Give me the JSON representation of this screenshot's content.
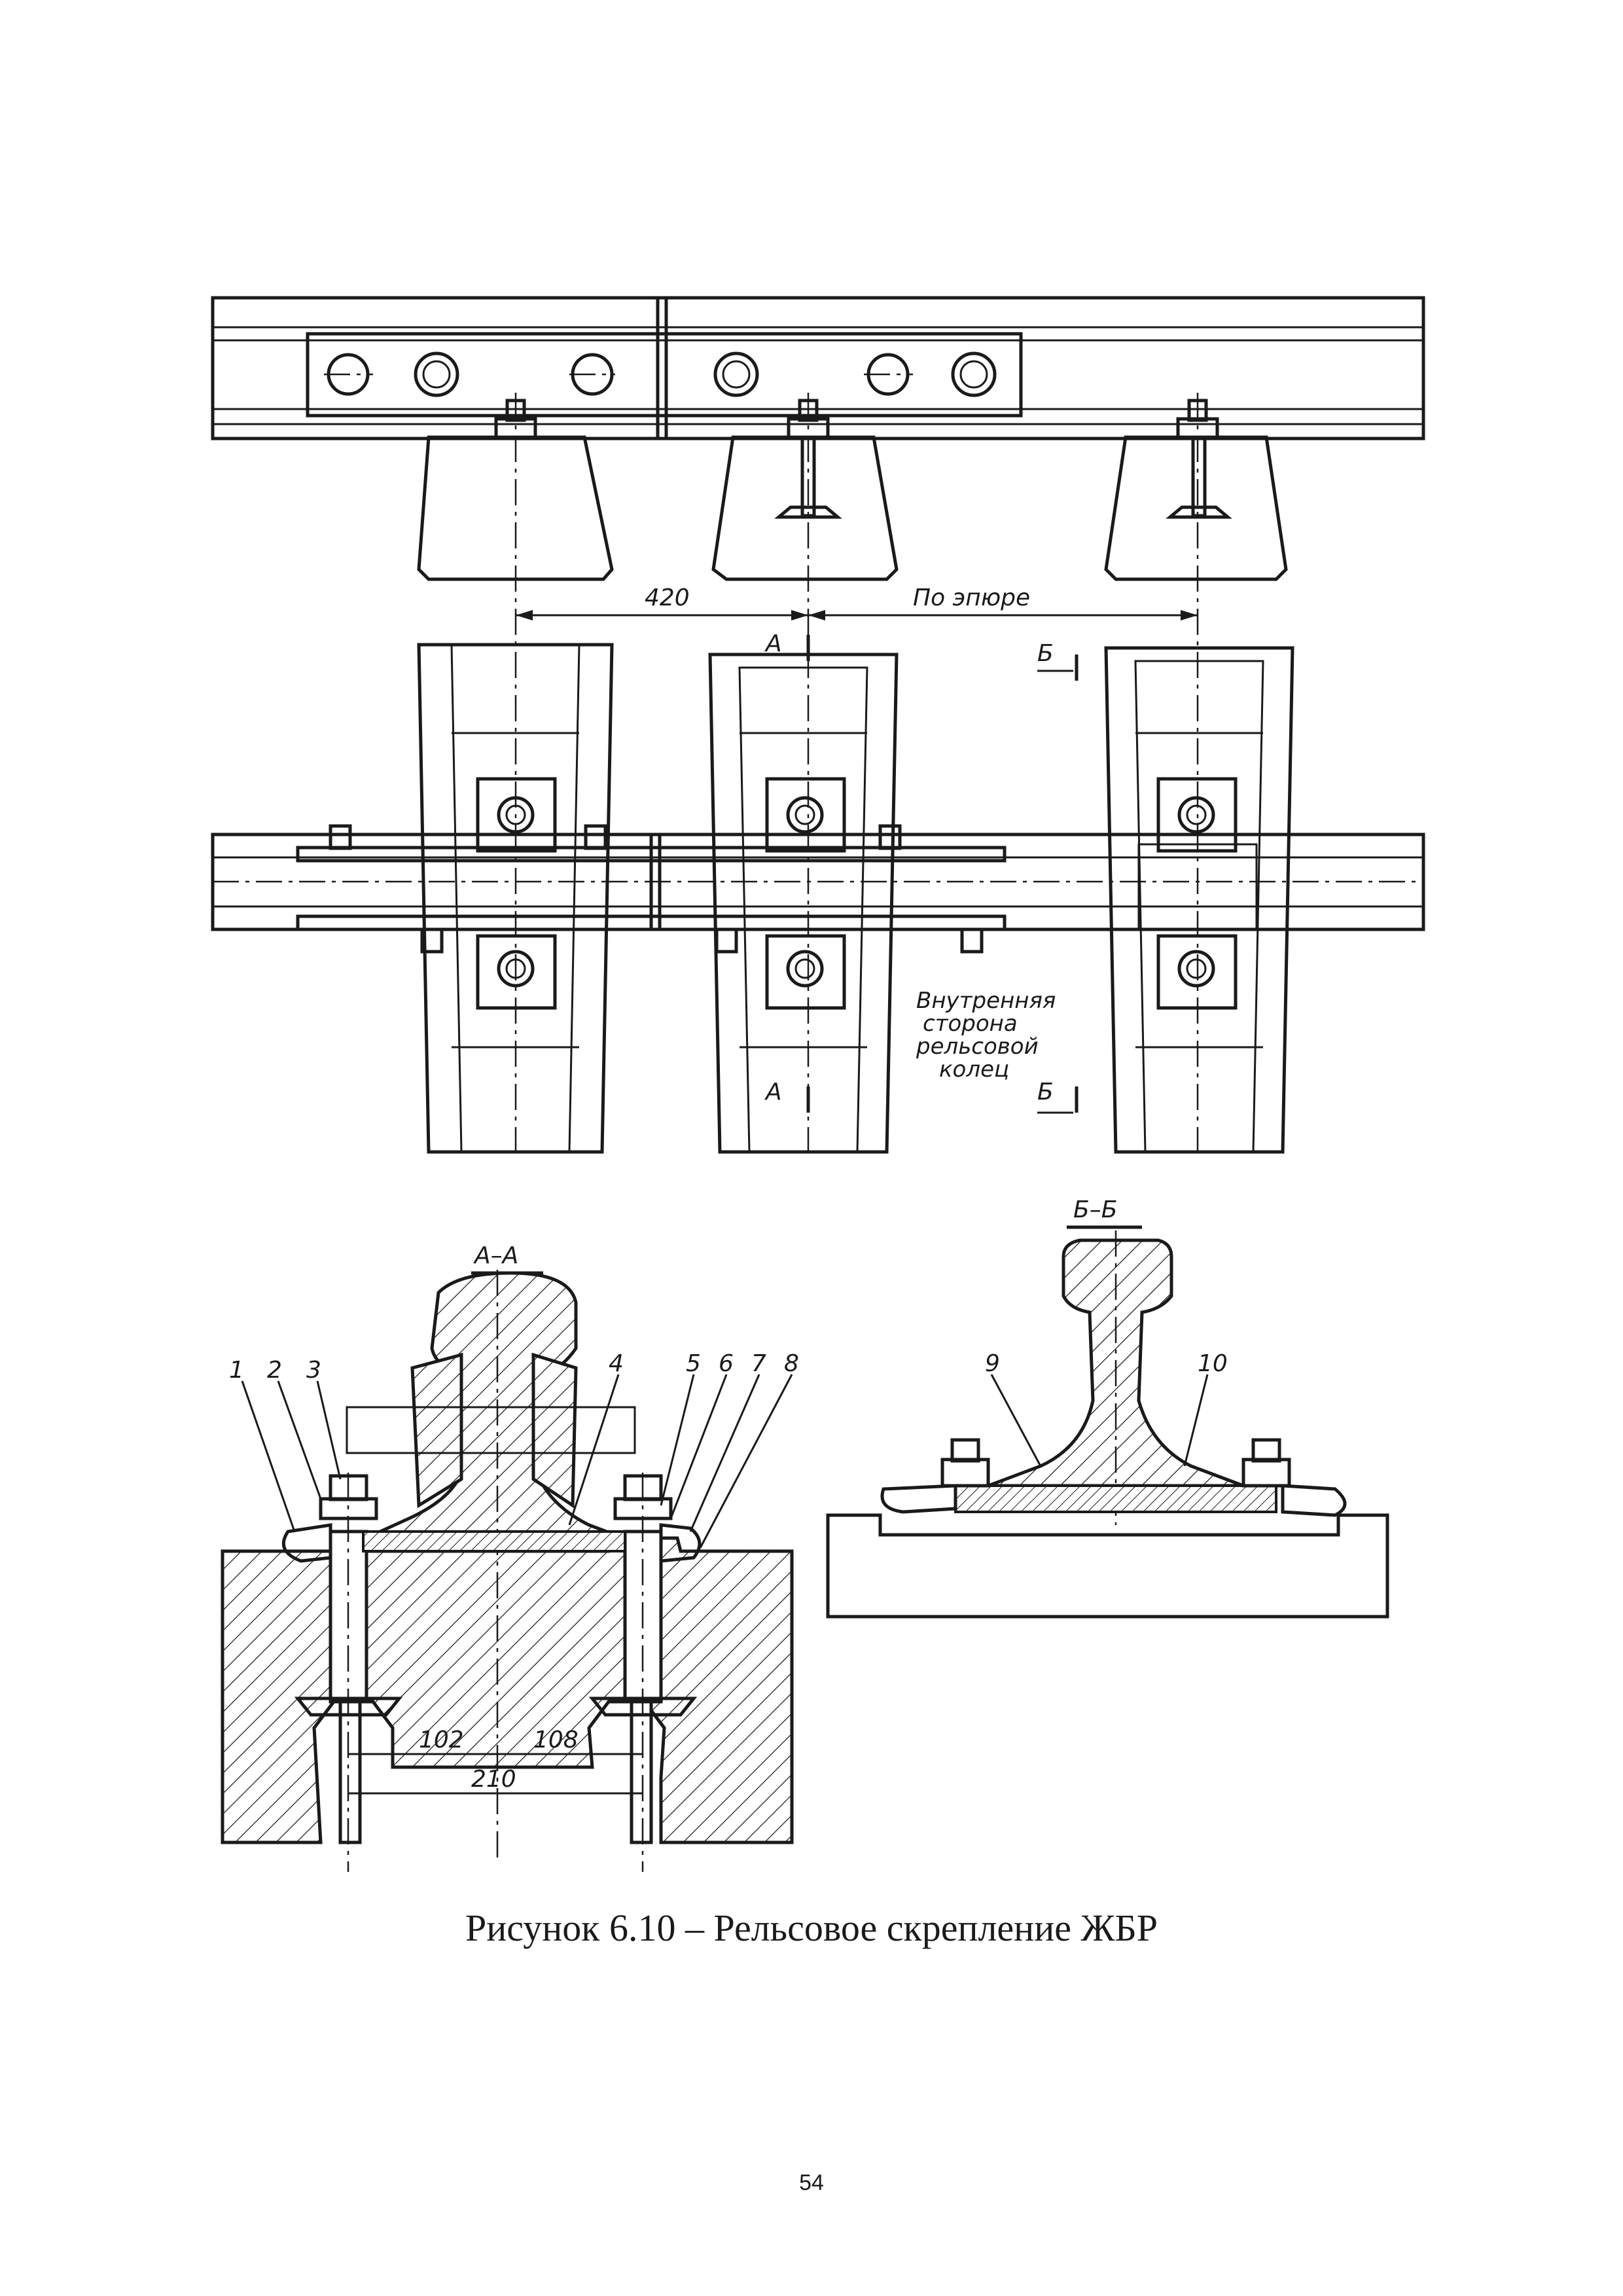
{
  "figure": {
    "caption": "Рисунок 6.10 – Рельсовое скрепление ЖБР",
    "dimension_420": "420",
    "dimension_epure": "По эпюре",
    "section_mark_a": "А",
    "section_mark_b": "Б",
    "inner_side_note": [
      "Внутренняя",
      "сторона",
      "рельсовой",
      "колец"
    ],
    "section_a_title": "А–А",
    "section_b_title": "Б–Б",
    "callouts_a": [
      "1",
      "2",
      "3",
      "4",
      "5",
      "6",
      "7",
      "8"
    ],
    "callouts_b": [
      "9",
      "10"
    ],
    "dimensions_a": {
      "left": "102",
      "right": "108",
      "total": "210"
    }
  },
  "page_number": "54"
}
